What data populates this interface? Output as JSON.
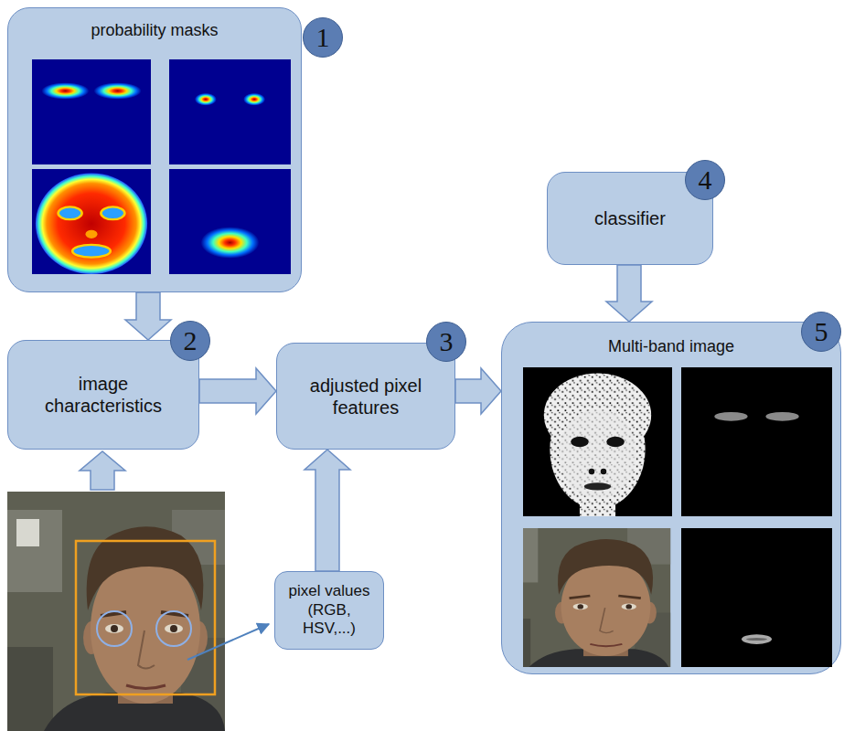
{
  "diagram": {
    "nodes": [
      {
        "text": [
          "probability masks",
          "1"
        ]
      },
      {
        "text": [
          "image characteristics",
          "2"
        ]
      },
      {
        "text": [
          "adjusted pixel features",
          "3"
        ]
      },
      {
        "text": [
          "classifier",
          "4"
        ]
      },
      {
        "text": [
          "Multi-band image",
          "5"
        ]
      },
      {
        "text": [
          "pixel values (RGB, HSV,...)"
        ]
      }
    ],
    "edges": [
      {
        "from": 0,
        "to": 1,
        "arrow": "to"
      },
      {
        "from": 1,
        "to": 2,
        "arrow": "to"
      },
      {
        "from": 5,
        "to": 2,
        "arrow": "to"
      },
      {
        "from": 3,
        "to": 4,
        "arrow": "to"
      },
      {
        "from": 2,
        "to": 4,
        "arrow": "to"
      }
    ]
  }
}
